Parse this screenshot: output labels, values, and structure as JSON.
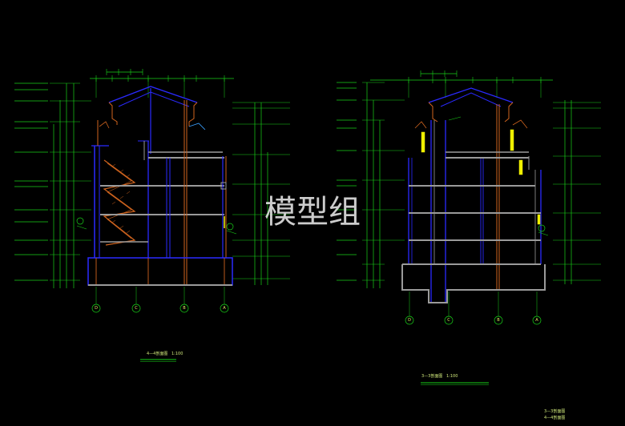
{
  "watermark": "模型组",
  "left_section": {
    "title": "4—4剖面图",
    "scale": "1:100",
    "axes": [
      "D",
      "C",
      "B",
      "A"
    ]
  },
  "right_section": {
    "title": "3—3剖面图",
    "scale": "1:100",
    "axes": [
      "D",
      "C",
      "B",
      "A"
    ]
  },
  "legend": [
    "3—3剖面图",
    "4—4剖面图"
  ],
  "colors": {
    "background": "#000000",
    "dimension": "#19d219",
    "wall": "#2a2aff",
    "stair": "#d0641e",
    "floor": "#9a9a9a",
    "accent": "#f0f000"
  }
}
